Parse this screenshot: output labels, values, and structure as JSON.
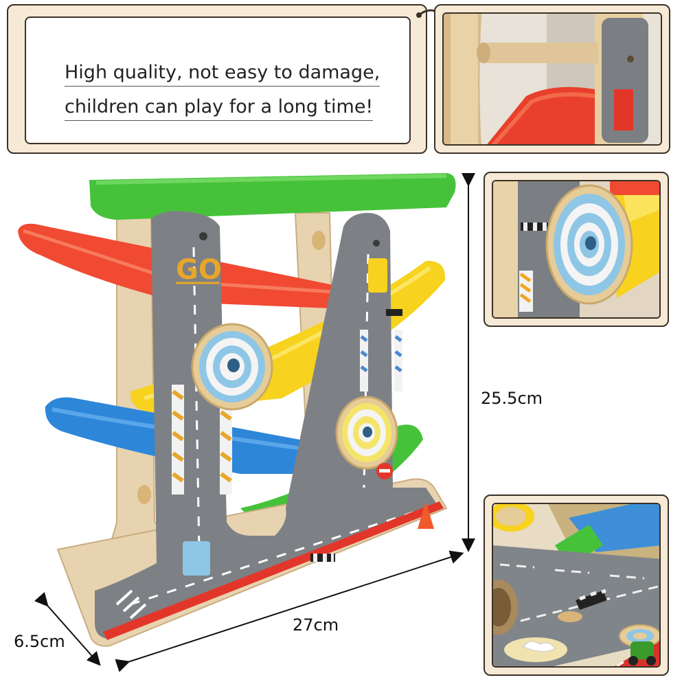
{
  "tagline": {
    "line1": "High quality, not easy to damage,",
    "line2": "children can play for a long time!"
  },
  "dimensions": {
    "height": "25.5cm",
    "width": "27cm",
    "depth": "6.5cm"
  },
  "toy": {
    "sign_text": "GO"
  },
  "colors": {
    "panel_border": "#3a3026",
    "panel_fill": "#f6ead6",
    "wood": "#e7d3b0",
    "road": "#7d8185",
    "ramp_green": "#46c23a",
    "ramp_red": "#f04a32",
    "ramp_yellow": "#f7d21e",
    "ramp_blue": "#2e86d8",
    "go_gold": "#e8a62a"
  }
}
